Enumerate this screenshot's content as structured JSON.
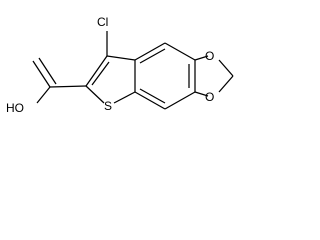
{
  "molecule": {
    "atoms": {
      "chlorine": "Cl",
      "sulfur": "S",
      "hydroxyl": "HO",
      "ring_oxygen_upper": "O",
      "ring_oxygen_lower": "O"
    }
  },
  "colors": {
    "bond": "#000000",
    "label": "#000000",
    "background": "#ffffff"
  }
}
